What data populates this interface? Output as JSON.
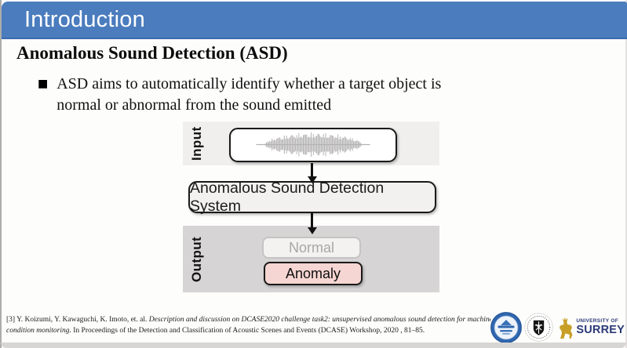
{
  "header": {
    "title": "Introduction",
    "bg_color": "#4a7cbe"
  },
  "content": {
    "heading": "Anomalous Sound Detection (ASD)",
    "bullet": {
      "marker": "■",
      "text": "ASD aims to automatically identify whether a target object is normal or abnormal from the sound emitted"
    }
  },
  "diagram": {
    "input_label": "Input",
    "system_label": "Anomalous Sound Detection System",
    "output_label": "Output",
    "outputs": {
      "normal": "Normal",
      "anomaly": "Anomaly"
    },
    "colors": {
      "input_strip": "#f0efee",
      "output_strip": "#d6d4d4",
      "anomaly_fill": "#f6d6d2",
      "normal_text": "#a9a7a6",
      "waveform": "#b5b3b3"
    }
  },
  "footer": {
    "citation": {
      "prefix": "[3] Y. Koizumi, Y. Kawaguchi, K. Imoto, et. al. ",
      "italic": "Description and discussion on DCASE2020 challenge task2: unsupervised anomalous sound detection for machine condition monitoring.",
      "suffix": " In Proceedings of the Detection and Classification of Acoustic Scenes and Events (DCASE) Workshop, 2020 , 81–85."
    },
    "logos": {
      "surrey_top": "UNIVERSITY OF",
      "surrey_bottom": "SURREY"
    }
  }
}
